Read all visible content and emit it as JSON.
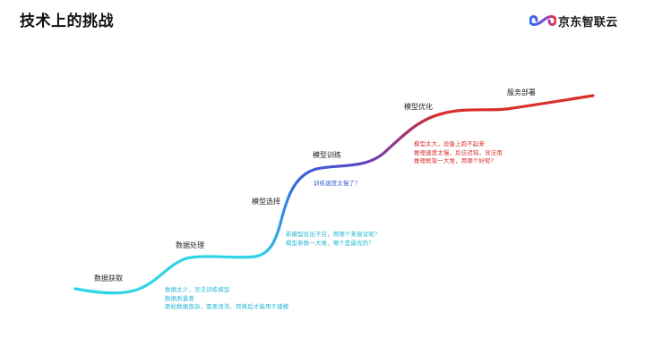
{
  "slide": {
    "title": "技术上的挑战",
    "brand": {
      "name": "京东智联云",
      "logo_icon": "jd-cloud-infinity-logo-icon"
    }
  },
  "colors": {
    "stage_cyan": "#2ed3e6",
    "stage_blue": "#3a5fe0",
    "stage_purple": "#7a3aa0",
    "stage_red": "#d9302a",
    "note_cyan": "#27b7d6",
    "note_blue": "#3d5fd6",
    "note_red": "#d7302e"
  },
  "stages": [
    {
      "label": "数据获取"
    },
    {
      "label": "数据处理"
    },
    {
      "label": "模型选择"
    },
    {
      "label": "模型训练"
    },
    {
      "label": "模型优化"
    },
    {
      "label": "服务部署"
    }
  ],
  "notes": {
    "data": [
      "数据太少，没法训练模型",
      "数据质量差",
      "原始数据庞杂，需要清洗、转换后才能用于建模"
    ],
    "model_select": [
      "新模型层出不穷，用哪个来尝试呢？",
      "模型参数一大堆，哪个是最优的？"
    ],
    "training": [
      "训练速度太慢了？"
    ],
    "optimize": [
      "模型太大，设备上跑不起来",
      "推理速度太慢，反应迟钝，没法用",
      "推理框架一大堆，用哪个好呢？"
    ]
  }
}
